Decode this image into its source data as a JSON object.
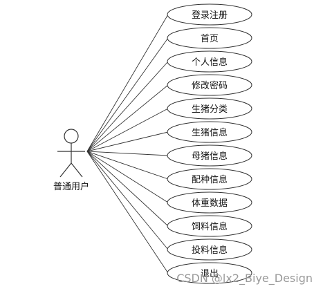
{
  "actor": {
    "label": "普通用户"
  },
  "use_cases": [
    {
      "label": "登录注册"
    },
    {
      "label": "首页"
    },
    {
      "label": "个人信息"
    },
    {
      "label": "修改密码"
    },
    {
      "label": "生猪分类"
    },
    {
      "label": "生猪信息"
    },
    {
      "label": "母猪信息"
    },
    {
      "label": "配种信息"
    },
    {
      "label": "体重数据"
    },
    {
      "label": "饲料信息"
    },
    {
      "label": "投料信息"
    },
    {
      "label": "退出"
    }
  ],
  "watermark": "CSDN @lx2_Biye_Design",
  "colors": {
    "line": "#333333",
    "ellipse_fill": "#ffffff",
    "text": "#111111",
    "watermark": "#9a9a9a"
  }
}
